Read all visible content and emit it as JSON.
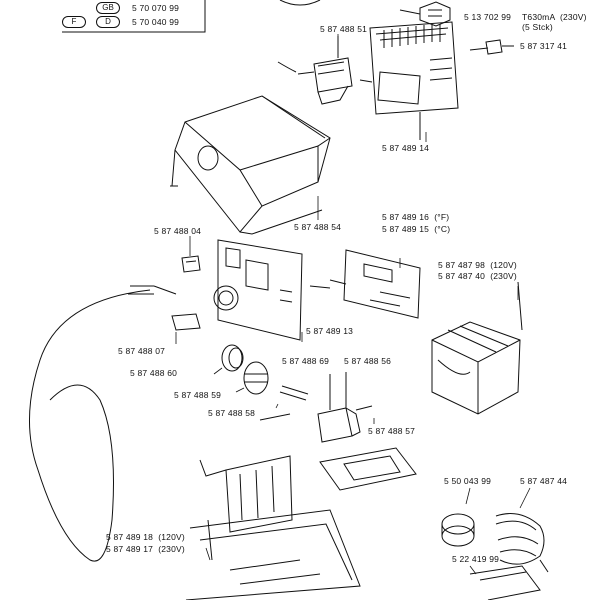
{
  "region_codes": [
    {
      "code": "GB",
      "part": "5 70 070 99"
    },
    {
      "code": "F",
      "part": ""
    },
    {
      "code": "D",
      "part": "5 70 040 99"
    }
  ],
  "labels": [
    {
      "id": "valve",
      "text": "5 87 488 51"
    },
    {
      "id": "fuse",
      "text": "5 13 702 99"
    },
    {
      "id": "fuse-spec",
      "text": "T630mA  (230V)\n(5 Stck)"
    },
    {
      "id": "fuse-holder",
      "text": "5 87 317 41"
    },
    {
      "id": "power-board",
      "text": "5 87 489 14"
    },
    {
      "id": "housing-cover",
      "text": "5 87 488 54"
    },
    {
      "id": "switch",
      "text": "5 87 488 04"
    },
    {
      "id": "display-board-f",
      "text": "5 87 489 16  (°F)"
    },
    {
      "id": "display-board-c",
      "text": "5 87 489 15  (°C)"
    },
    {
      "id": "transformer-120",
      "text": "5 87 487 98  (120V)"
    },
    {
      "id": "transformer-230",
      "text": "5 87 487 40  (230V)"
    },
    {
      "id": "front-panel",
      "text": "5 87 489 13"
    },
    {
      "id": "window",
      "text": "5 87 488 07"
    },
    {
      "id": "knob-part-69",
      "text": "5 87 488 69"
    },
    {
      "id": "knob-part-56",
      "text": "5 87 488 56"
    },
    {
      "id": "knob-cap",
      "text": "5 87 488 60"
    },
    {
      "id": "knob",
      "text": "5 87 488 59"
    },
    {
      "id": "shaft",
      "text": "5 87 488 58"
    },
    {
      "id": "socket",
      "text": "5 87 488 57"
    },
    {
      "id": "tip-cleaner",
      "text": "5 50 043 99"
    },
    {
      "id": "holder-spring",
      "text": "5 87 487 44"
    },
    {
      "id": "base-120",
      "text": "5 87 489 18  (120V)"
    },
    {
      "id": "base-230",
      "text": "5 87 489 17  (230V)"
    },
    {
      "id": "sponge",
      "text": "5 22 419 99"
    }
  ]
}
